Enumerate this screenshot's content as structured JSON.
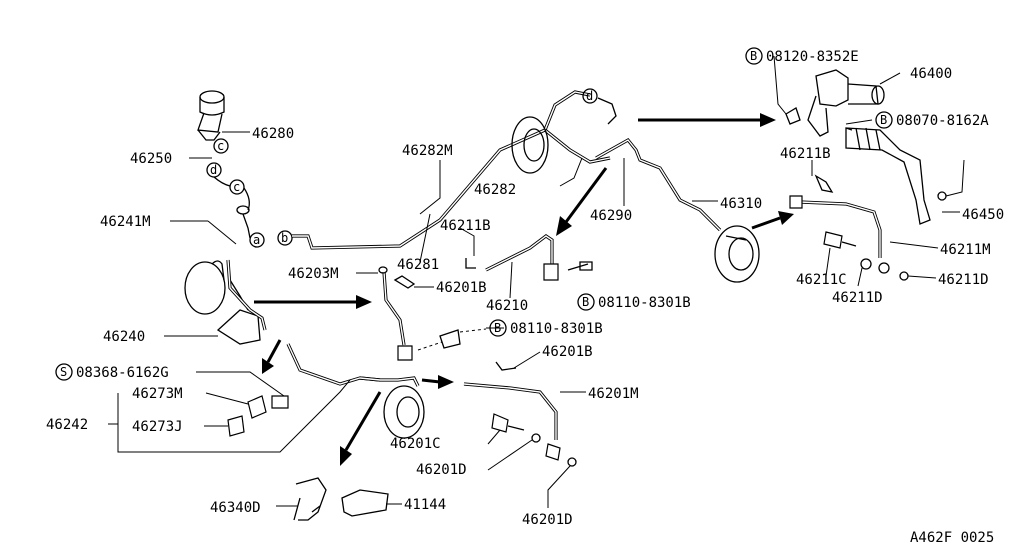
{
  "parts": {
    "p46280": "46280",
    "p46250": "46250",
    "p46241M": "46241M",
    "p46240": "46240",
    "p46203M": "46203M",
    "p46201B_mid": "46201B",
    "p46281": "46281",
    "p46282M": "46282M",
    "p46282": "46282",
    "p46211B_mid": "46211B",
    "p46210": "46210",
    "p46290": "46290",
    "p46310": "46310",
    "p46400": "46400",
    "p46211B_right": "46211B",
    "p46450": "46450",
    "p46211M": "46211M",
    "p46211C": "46211C",
    "p46211D_right": "46211D",
    "p46211D_bottom": "46211D",
    "p46273M": "46273M",
    "p46273J": "46273J",
    "p46242": "46242",
    "p46201B_low": "46201B",
    "p46201M": "46201M",
    "p46201C": "46201C",
    "p46201D_mid": "46201D",
    "p46201D_bottom": "46201D",
    "p46340D": "46340D",
    "p41144": "41144"
  },
  "bolts": {
    "b1_code": "08120-8352E",
    "b2_code": "08070-8162A",
    "b3_code": "08110-8301B",
    "b4_code": "08110-8301B",
    "s1_code": "08368-6162G",
    "b_marker": "B",
    "s_marker": "S"
  },
  "callouts": {
    "a": "a",
    "b": "b",
    "c": "c",
    "d": "d"
  },
  "diagram_code": "A462F 0025"
}
